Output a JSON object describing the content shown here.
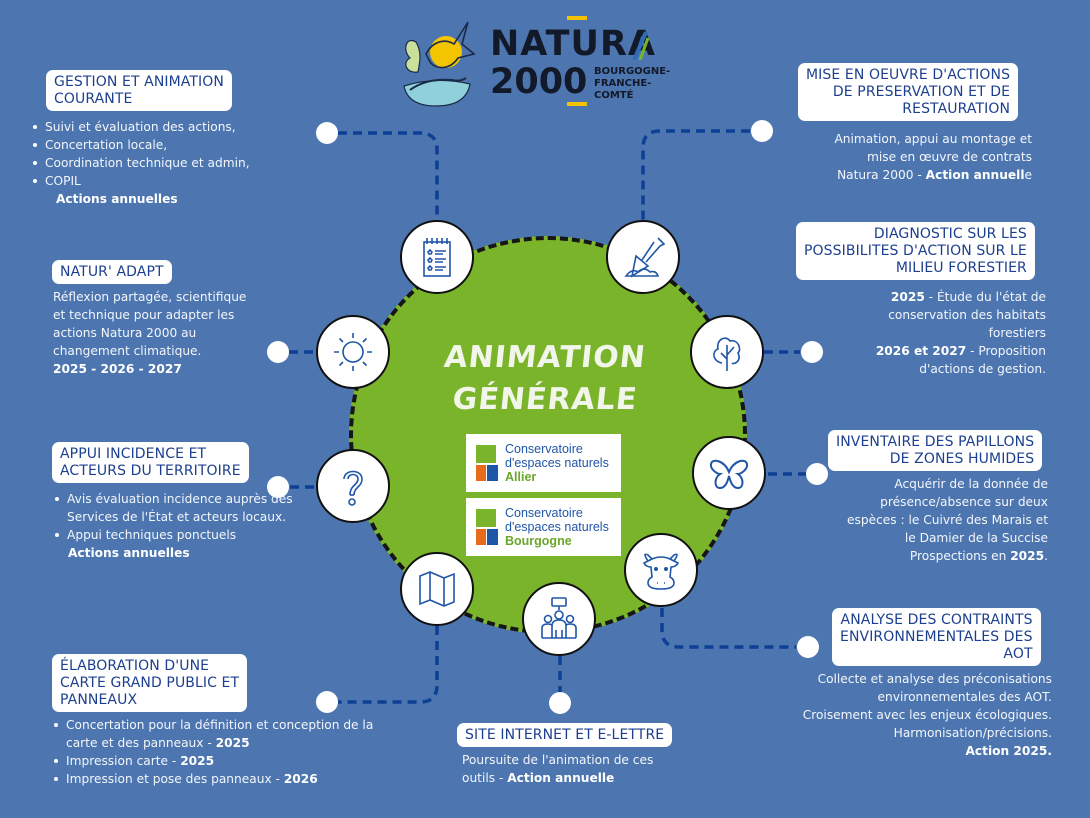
{
  "header": {
    "logo_word": "NATURA",
    "logo_number": "2000",
    "logo_region_lines": [
      "BOURGOGNE-",
      "FRANCHE-",
      "COMTÉ"
    ]
  },
  "center": {
    "title_lines": [
      "ANIMATION",
      "GÉNÉRALE"
    ],
    "partners": [
      {
        "line1": "Conservatoire",
        "line2": "d'espaces naturels",
        "region": "Allier"
      },
      {
        "line1": "Conservatoire",
        "line2": "d'espaces naturels",
        "region": "Bourgogne"
      }
    ]
  },
  "colors": {
    "background": "#4d76b0",
    "title_text": "#1d3f8f",
    "center_green": "#7ab42b",
    "connector": "#0d3f94",
    "icon_stroke": "#1f56a8"
  },
  "sections": {
    "gestion": {
      "title_lines": [
        "GESTION ET ANIMATION",
        "COURANTE"
      ],
      "bullets": [
        "Suivi et évaluation des actions,",
        "Concertation locale,",
        "Coordination technique et admin,",
        "COPIL"
      ],
      "footer": "Actions annuelles",
      "icon": "notepad-checklist-icon"
    },
    "natur_adapt": {
      "title_lines": [
        "NATUR' ADAPT"
      ],
      "text_lines": [
        "Réflexion partagée, scientifique",
        "et technique pour adapter les",
        "actions Natura 2000 au",
        "changement climatique."
      ],
      "years": "2025 - 2026 - 2027",
      "icon": "sun-icon"
    },
    "appui_incidence": {
      "title_lines": [
        "APPUI INCIDENCE ET",
        "ACTEURS DU TERRITOIRE"
      ],
      "bullets": [
        "Avis évaluation incidence auprès des Services de l'État et acteurs locaux.",
        "Appui techniques ponctuels"
      ],
      "footer": "Actions annuelles",
      "icon": "question-mark-icon"
    },
    "carte": {
      "title_lines": [
        "ÉLABORATION D'UNE",
        "CARTE GRAND PUBLIC ET",
        "PANNEAUX"
      ],
      "bullets": [
        {
          "text": "Concertation pour la définition et conception de la carte et des panneaux - ",
          "year": "2025"
        },
        {
          "text": "Impression carte - ",
          "year": "2025"
        },
        {
          "text": "Impression et pose des panneaux - ",
          "year": "2026"
        }
      ],
      "icon": "folded-map-icon"
    },
    "site_internet": {
      "title_lines": [
        "SITE INTERNET ET E-LETTRE"
      ],
      "text_lines": [
        "Poursuite de l'animation de ces",
        "outils - "
      ],
      "bold": "Action annuelle",
      "icon": "group-discussion-icon"
    },
    "mise_en_oeuvre": {
      "title_lines": [
        "MISE EN OEUVRE D'ACTIONS",
        "DE PRESERVATION ET DE",
        "RESTAURATION"
      ],
      "text_lines": [
        "Animation, appui au montage et",
        "mise en œuvre de contrats",
        "Natura 2000 - "
      ],
      "bold": "Action annuell",
      "tail": "e",
      "icon": "shovel-icon"
    },
    "diagnostic": {
      "title_lines": [
        "DIAGNOSTIC SUR LES",
        "POSSIBILITES D'ACTION SUR LE",
        "MILIEU FORESTIER"
      ],
      "items": [
        {
          "year": "2025",
          "text_lines": [
            " - Étude du l'état de",
            "conservation des habitats",
            "forestiers"
          ]
        },
        {
          "year": "2026 et 2027",
          "text_lines": [
            " - Proposition",
            "d'actions de gestion."
          ]
        }
      ],
      "icon": "tree-icon"
    },
    "papillons": {
      "title_lines": [
        "INVENTAIRE DES PAPILLONS",
        "DE ZONES HUMIDES"
      ],
      "text_lines": [
        "Acquérir de la donnée de",
        "présence/absence sur deux",
        "espèces : le Cuivré des Marais et",
        "le Damier de la Succise",
        "Prospections en "
      ],
      "year": "2025",
      "icon": "butterfly-icon"
    },
    "aot": {
      "title_lines": [
        "ANALYSE DES CONTRAINTS",
        "ENVIRONNEMENTALES DES",
        "AOT"
      ],
      "text_lines": [
        "Collecte et analyse des préconisations",
        "environnementales des AOT.",
        "Croisement avec les enjeux écologiques.",
        "Harmonisation/précisions."
      ],
      "footer": "Action 2025.",
      "icon": "cow-icon"
    }
  }
}
